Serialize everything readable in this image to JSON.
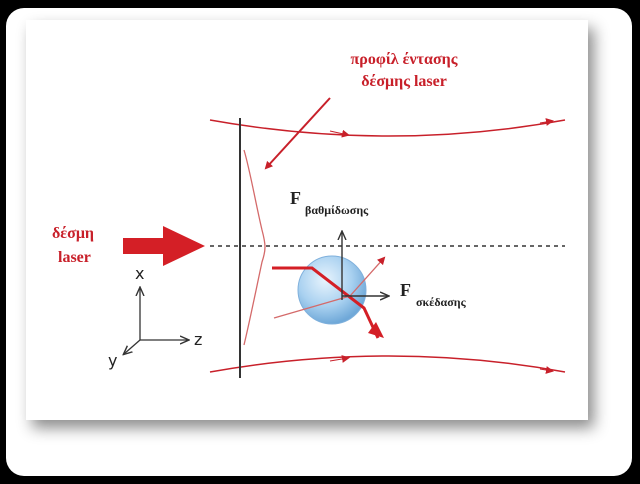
{
  "labels": {
    "profile_line1": "προφίλ έντασης",
    "profile_line2": "δέσμης laser",
    "beam_line1": "δέσμη",
    "beam_line2": "laser",
    "f_gradient_main": "F",
    "f_gradient_sub": "βαθμίδωσης",
    "f_scatter_main": "F",
    "f_scatter_sub": "σκέδασης",
    "axis_x": "x",
    "axis_y": "y",
    "axis_z": "z"
  },
  "colors": {
    "accent_red": "#c8202a",
    "sphere": "#a9d1f0"
  }
}
